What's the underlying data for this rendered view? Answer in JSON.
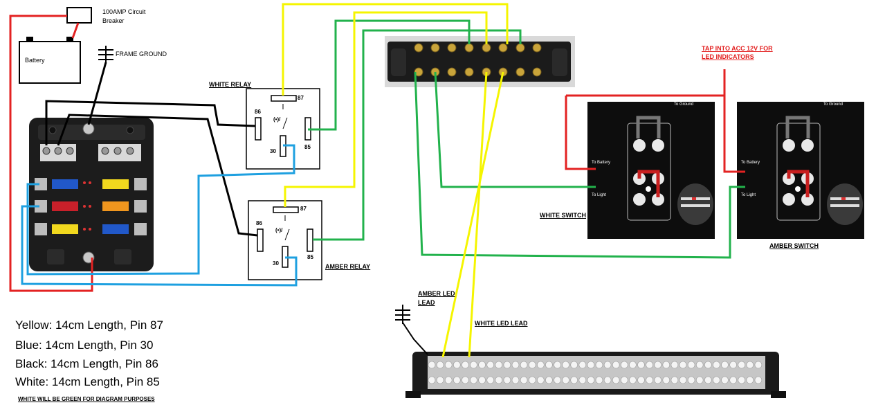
{
  "labels": {
    "breaker": [
      "100AMP Circuit",
      "Breaker"
    ],
    "battery": "Battery",
    "frame_ground": "FRAME GROUND",
    "white_relay": "WHITE RELAY",
    "amber_relay": "AMBER RELAY",
    "tap_acc": [
      "TAP INTO ACC 12V FOR",
      "LED INDICATORS"
    ],
    "white_switch": "WHITE SWITCH",
    "amber_switch": "AMBER SWITCH",
    "amber_led_lead": [
      "AMBER LED",
      "LEAD"
    ],
    "white_led_lead": "WHITE LED LEAD",
    "switch_to_ground": "To Ground",
    "switch_to_battery": "To Battery",
    "switch_to_light": "To Light"
  },
  "relay_pins": {
    "p87": "87",
    "p86": "86",
    "p30": "30",
    "p85": "85",
    "symbol": "(•)/"
  },
  "legend": [
    "Yellow: 14cm Length, Pin 87",
    "Blue: 14cm Length, Pin 30",
    "Black: 14cm Length, Pin 86",
    "White: 14cm Length, Pin 85"
  ],
  "note": "WHITE WILL BE GREEN FOR DIAGRAM PURPOSES",
  "colors": {
    "yellow_wire": "#f5f500",
    "blue_wire": "#1ea0e0",
    "black_wire": "#000000",
    "green_wire": "#22b24c",
    "red_wire": "#e32222"
  }
}
